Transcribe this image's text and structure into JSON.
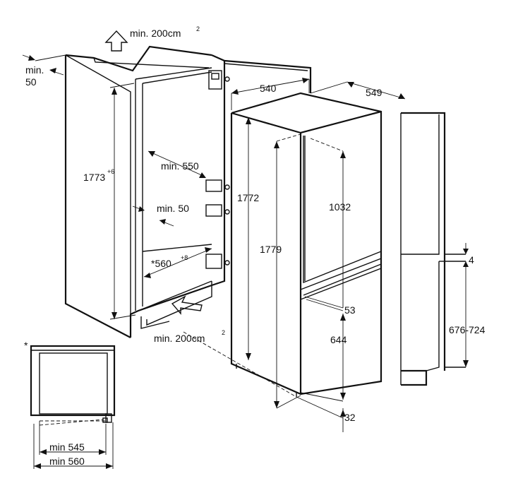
{
  "labels": {
    "vent_top": "min. 200cm",
    "vent_top_sup": "2",
    "vent_bottom": "min. 200cm",
    "vent_bottom_sup": "2",
    "min_50_top_a": "min.",
    "min_50_top_b": "50",
    "niche_height": "1773",
    "niche_height_sup": "+6",
    "min_550": "min. 550",
    "min_50": "min. 50",
    "niche_width": "*560",
    "niche_width_sup": "+8",
    "depth_540": "540",
    "depth_549": "549",
    "appliance_height": "1772",
    "overall_height": "1779",
    "fridge_door": "1032",
    "gap_53": "53",
    "freezer_door": "644",
    "bottom_32": "32",
    "gap_4": "4",
    "door_range": "676-724",
    "asterisk": "*",
    "min_545": "min 545",
    "min_560": "min 560"
  }
}
